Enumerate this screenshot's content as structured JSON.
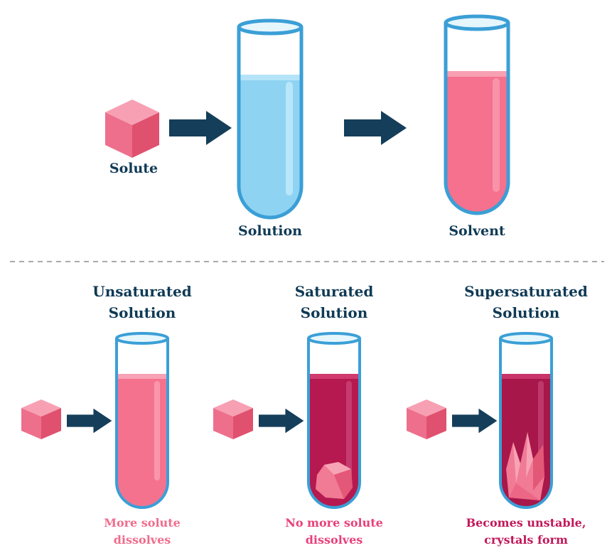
{
  "top": {
    "solute_label": "Solute",
    "solution_label": "Solution",
    "solvent_label": "Solvent"
  },
  "bottom": {
    "unsaturated": {
      "title_line1": "Unsaturated",
      "title_line2": "Solution",
      "caption_line1": "More solute",
      "caption_line2": "dissolves"
    },
    "saturated": {
      "title_line1": "Saturated",
      "title_line2": "Solution",
      "caption_line1": "No more solute",
      "caption_line2": "dissolves"
    },
    "supersaturated": {
      "title_line1": "Supersaturated",
      "title_line2": "Solution",
      "caption_line1": "Becomes unstable,",
      "caption_line2": "crystals form"
    }
  },
  "colors": {
    "text_dark": "#0f3a55",
    "arrow": "#143e5a",
    "tube_outline": "#3b9fd6",
    "solution_blue": "#8fd3f2",
    "solvent_pink": "#f5718d",
    "unsaturated_pink": "#f5728f",
    "saturated_magenta": "#b5194f",
    "supersaturated_magenta": "#a8174a",
    "caption_light": "#f06c8c",
    "caption_mid": "#e8407a",
    "caption_dark": "#c2185b"
  }
}
